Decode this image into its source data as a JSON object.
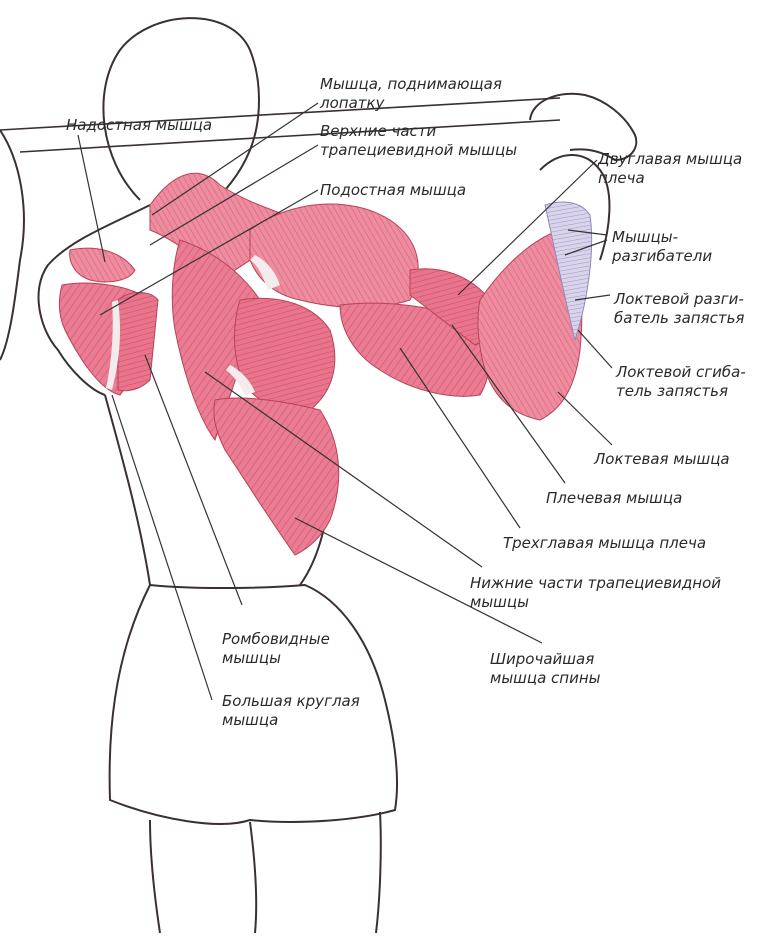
{
  "labels": {
    "levator_scapulae": [
      "Мышца, поднимающая",
      "лопатку"
    ],
    "supraspinatus": [
      "Надостная мышца"
    ],
    "upper_trapezius": [
      "Верхние части",
      "трапециевидной мышцы"
    ],
    "infraspinatus": [
      "Подостная мышца"
    ],
    "biceps": [
      "Двуглавая мышца",
      "плеча"
    ],
    "extensors": [
      "Мышцы-",
      "разгибатели"
    ],
    "ext_carpi_ulnaris": [
      "Локтевой разги-",
      "батель запястья"
    ],
    "flex_carpi_ulnaris": [
      "Локтевой сгиба-",
      "тель запястья"
    ],
    "anconeus": [
      "Локтевая мышца"
    ],
    "brachialis": [
      "Плечевая мышца"
    ],
    "triceps": [
      "Трехглавая мышца плеча"
    ],
    "lower_trapezius": [
      "Нижние части трапециевидной",
      "мышцы"
    ],
    "rhomboids": [
      "Ромбовидные",
      "мышцы"
    ],
    "latissimus": [
      "Широчайшая",
      "мышца спины"
    ],
    "teres_major": [
      "Большая круглая",
      "мышца"
    ]
  },
  "colors": {
    "outline": "#3a3030",
    "muscle": "#e8708a",
    "muscle_dark": "#c94a5e",
    "muscle_light": "#f6b4bf",
    "tendon": "#f4ecec",
    "extensor_blue": "#b7b3d6",
    "leader_line": "#333333"
  }
}
